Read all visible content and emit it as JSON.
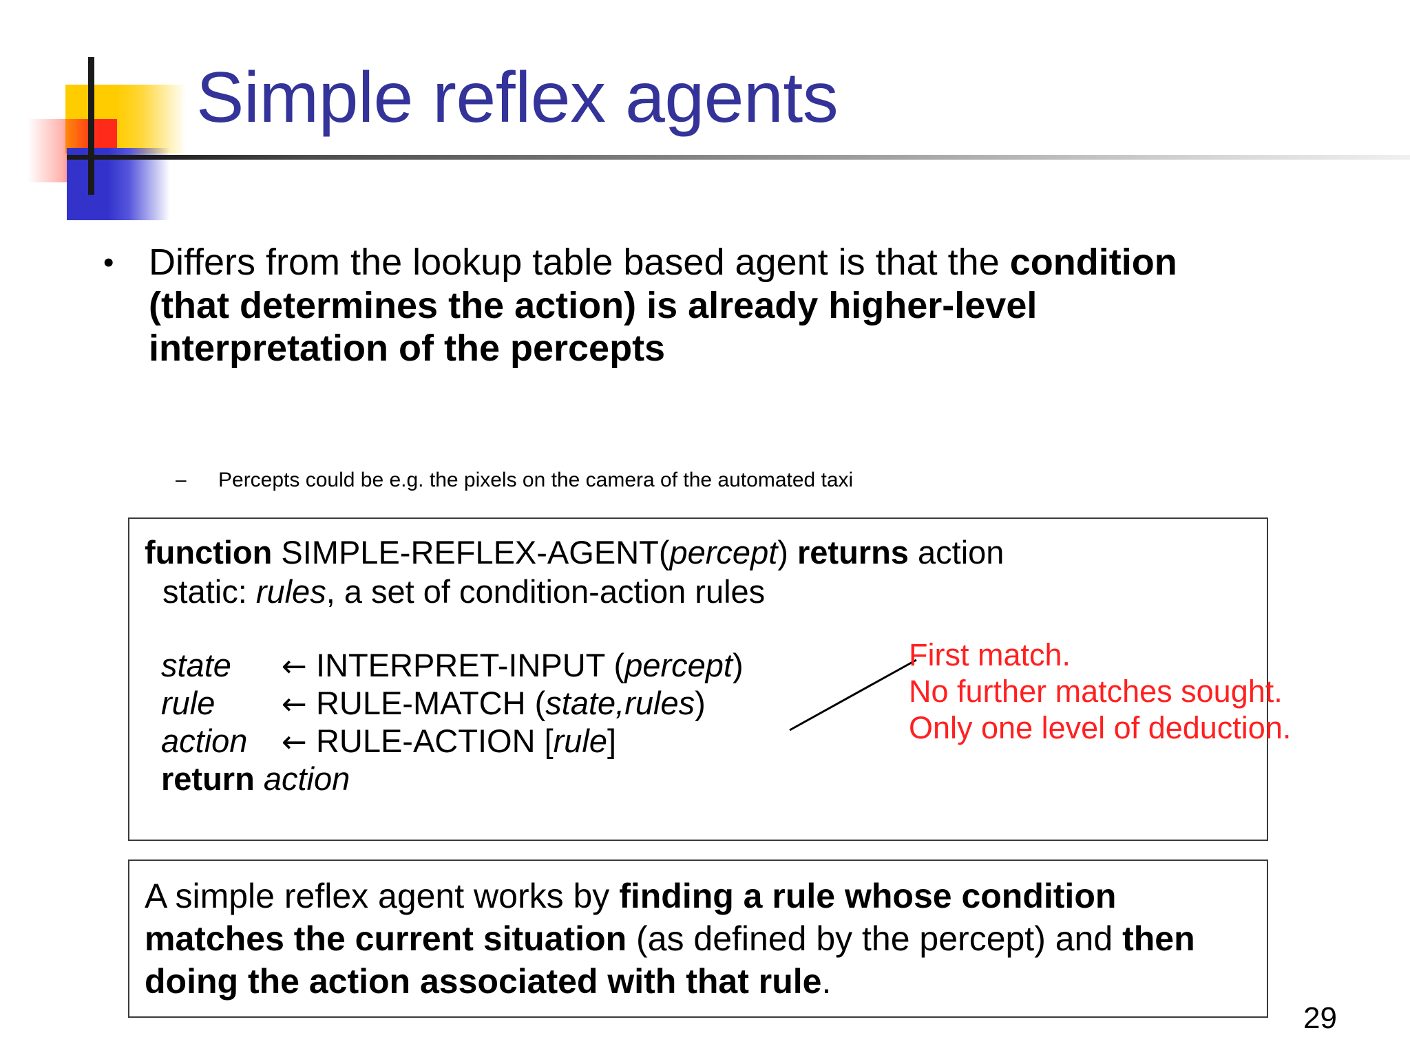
{
  "slide": {
    "title": "Simple reflex agents",
    "page_number": "29",
    "title_color": "#333399",
    "annotation_color": "#FF2020",
    "logo": {
      "yellow": "#FFCC00",
      "red": "#FF2A1A",
      "blue": "#3333CC",
      "bar": "#1a1a1a"
    }
  },
  "bullets": {
    "main": {
      "marker": "•",
      "text_plain": "Differs from the lookup table based agent is that the condition (that determines the action) is already higher-level interpretation of the percepts",
      "lead": "Differs from the lookup table based agent is that the ",
      "emphasis": "condition (that determines the action) is already higher-level interpretation of the percepts"
    },
    "sub": {
      "marker": "–",
      "text": "Percepts could be e.g. the pixels on the camera of the automated taxi"
    }
  },
  "code_box": {
    "header_line1_kw": "function",
    "header_line1_name": " SIMPLE-REFLEX-AGENT(",
    "header_line1_arg": "percept",
    "header_line1_close": ") ",
    "header_line1_returns": "returns",
    "header_line1_tail": " action",
    "header_line2_lead": "static: ",
    "header_line2_italic": "rules",
    "header_line2_tail": ", a set of condition-action rules",
    "lines": [
      {
        "var": "state",
        "arrow": "←",
        "call": "INTERPRET-INPUT (",
        "args": "percept",
        "close": ")"
      },
      {
        "var": "rule",
        "arrow": "←",
        "call": "RULE-MATCH (",
        "args": "state,rules",
        "close": ")"
      },
      {
        "var": "action",
        "arrow": "←",
        "call": "RULE-ACTION [",
        "args": "rule",
        "close": "]"
      }
    ],
    "return_kw": "return",
    "return_val": "action"
  },
  "annotation": {
    "line1": "First match.",
    "line2": "No further matches sought.",
    "line3": "Only one level of deduction."
  },
  "summary_box": {
    "part1": "A simple reflex agent works by ",
    "bold1": "finding a rule whose condition matches the current situation",
    "part2": " (as defined by the percept) and ",
    "bold2": "then doing the action associated with that rule",
    "part3": "."
  }
}
